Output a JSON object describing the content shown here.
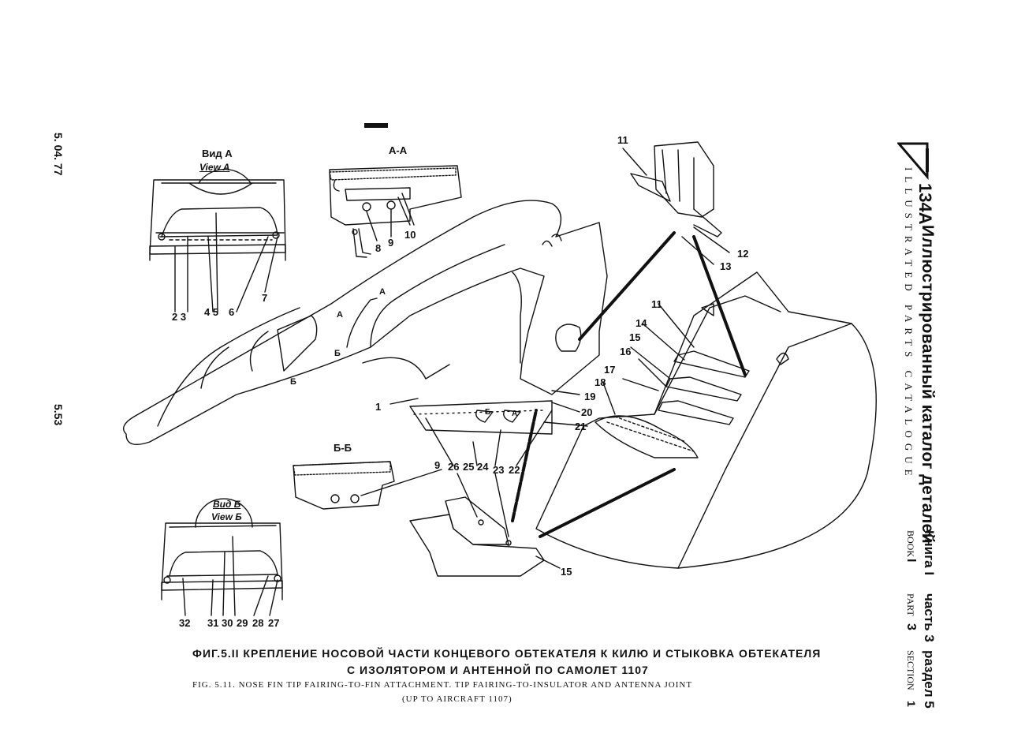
{
  "left_margin": {
    "date": "5. 04. 77",
    "page": "5.53"
  },
  "header": {
    "model": "134А",
    "title_ru": "Иллюстрированный каталог деталей",
    "title_en": "ILLUSTRATED PARTS CATALOGUE",
    "book_ru": "Книга I",
    "part_ru": "часть 3",
    "section_ru": "раздел 5",
    "book_en": "BOOK",
    "book_num": "I",
    "part_en": "PART",
    "part_num": "3",
    "section_en": "SECTION",
    "section_num": "1"
  },
  "views": {
    "view_a_ru": "Вид А",
    "view_a_en": "View A",
    "section_aa": "А-А",
    "section_bb": "Б-Б",
    "view_b_ru": "Вид Б",
    "view_b_en": "View Б",
    "mark_a": "А",
    "mark_b": "Б"
  },
  "callouts": {
    "view_a": [
      "2 3",
      "4 5",
      "6",
      "7"
    ],
    "section_aa": [
      "8",
      "9",
      "10"
    ],
    "main": [
      "1",
      "19",
      "20",
      "21",
      "9",
      "26",
      "25",
      "24",
      "23",
      "22",
      "15"
    ],
    "detail_top": [
      "11",
      "12",
      "13"
    ],
    "detail_right": [
      "11",
      "14",
      "15",
      "16",
      "17",
      "18"
    ],
    "view_b": [
      "32",
      "31",
      "30",
      "29",
      "28",
      "27"
    ]
  },
  "caption": {
    "ru_line1": "ФИГ.5.II  КРЕПЛЕНИЕ  НОСОВОЙ  ЧАСТИ  КОНЦЕВОГО  ОБТЕКАТЕЛЯ  К  КИЛЮ  И  СТЫКОВКА  ОБТЕКАТЕЛЯ",
    "ru_line2": "С  ИЗОЛЯТОРОМ  И  АНТЕННОЙ  ПО  САМОЛЕТ  1107",
    "en_line1": "FIG. 5.11. NOSE FIN TIP FAIRING-TO-FIN ATTACHMENT. TIP FAIRING-TO-INSULATOR AND ANTENNA JOINT",
    "en_line2": "(UP TO AIRCRAFT 1107)"
  }
}
